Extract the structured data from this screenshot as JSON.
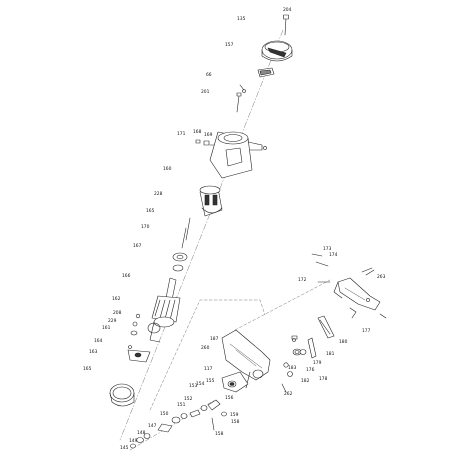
{
  "diagram": {
    "labels": {
      "l204": "204",
      "l135": "135",
      "l157": "157",
      "l66": "66",
      "l201": "201",
      "l171": "171",
      "l168": "168",
      "l169": "169",
      "l160": "160",
      "l228": "228",
      "l165": "165",
      "l170": "170",
      "l167": "167",
      "l166": "166",
      "l162": "162",
      "l208": "208",
      "l229": "229",
      "l161": "161",
      "l164": "164",
      "l163": "163",
      "l165b": "165",
      "l173": "173",
      "l174": "174",
      "l263": "263",
      "l172": "172",
      "l177": "177",
      "l180": "180",
      "l187": "187",
      "l260": "260",
      "l117": "117",
      "l181": "181",
      "l179": "179",
      "l176": "176",
      "l183": "183",
      "l182": "182",
      "l178": "178",
      "l262": "262",
      "l147": "147",
      "l148": "148",
      "l149": "149",
      "l145": "145",
      "l150": "150",
      "l151": "151",
      "l152": "152",
      "l153": "153",
      "l154": "154",
      "l155": "155",
      "l156": "156",
      "l158": "158",
      "l159": "159",
      "l158b": "158"
    }
  }
}
